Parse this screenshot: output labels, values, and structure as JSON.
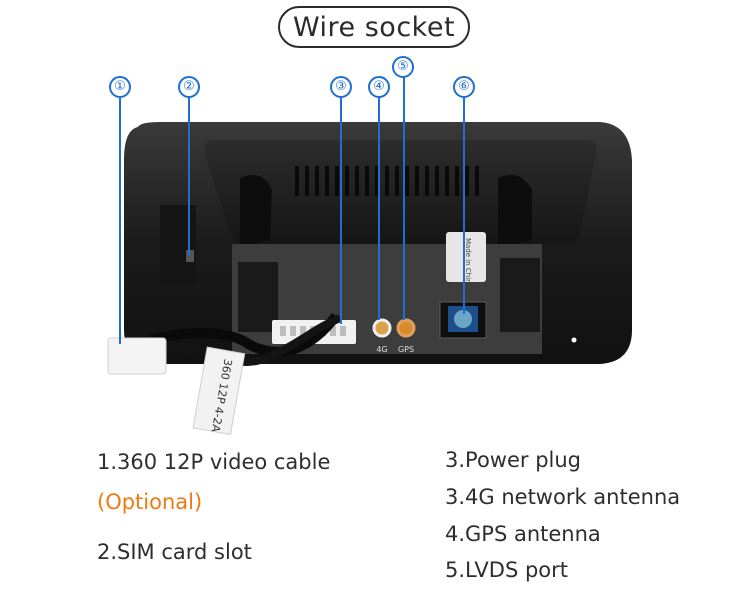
{
  "title": "Wire socket",
  "callouts": [
    "①",
    "②",
    "③",
    "④",
    "⑤",
    "⑥"
  ],
  "device_labels": {
    "port_4g": "4G",
    "port_gps": "GPS",
    "made_in": "Made in China",
    "cable_tag": "360 12P 4-2A"
  },
  "captions": {
    "left": [
      "1.360 12P video cable",
      "(Optional)",
      "2.SIM card slot"
    ],
    "right": [
      "3.Power plug",
      "3.4G network antenna",
      "4.GPS antenna",
      "5.LVDS port"
    ]
  },
  "colors": {
    "accent_blue": "#1e6fd1",
    "optional_orange": "#f07a12",
    "text_dark": "#2e2e2e"
  }
}
